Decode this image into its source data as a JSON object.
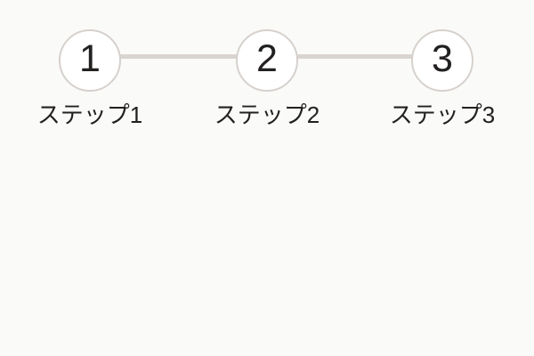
{
  "stepper": {
    "steps": [
      {
        "number": "1",
        "label": "ステップ1"
      },
      {
        "number": "2",
        "label": "ステップ2"
      },
      {
        "number": "3",
        "label": "ステップ3"
      }
    ]
  },
  "colors": {
    "background": "#fafaf8",
    "circle_fill": "#ffffff",
    "circle_border": "#d6d1cd",
    "connector": "#d9d4d0",
    "text": "#232020"
  }
}
